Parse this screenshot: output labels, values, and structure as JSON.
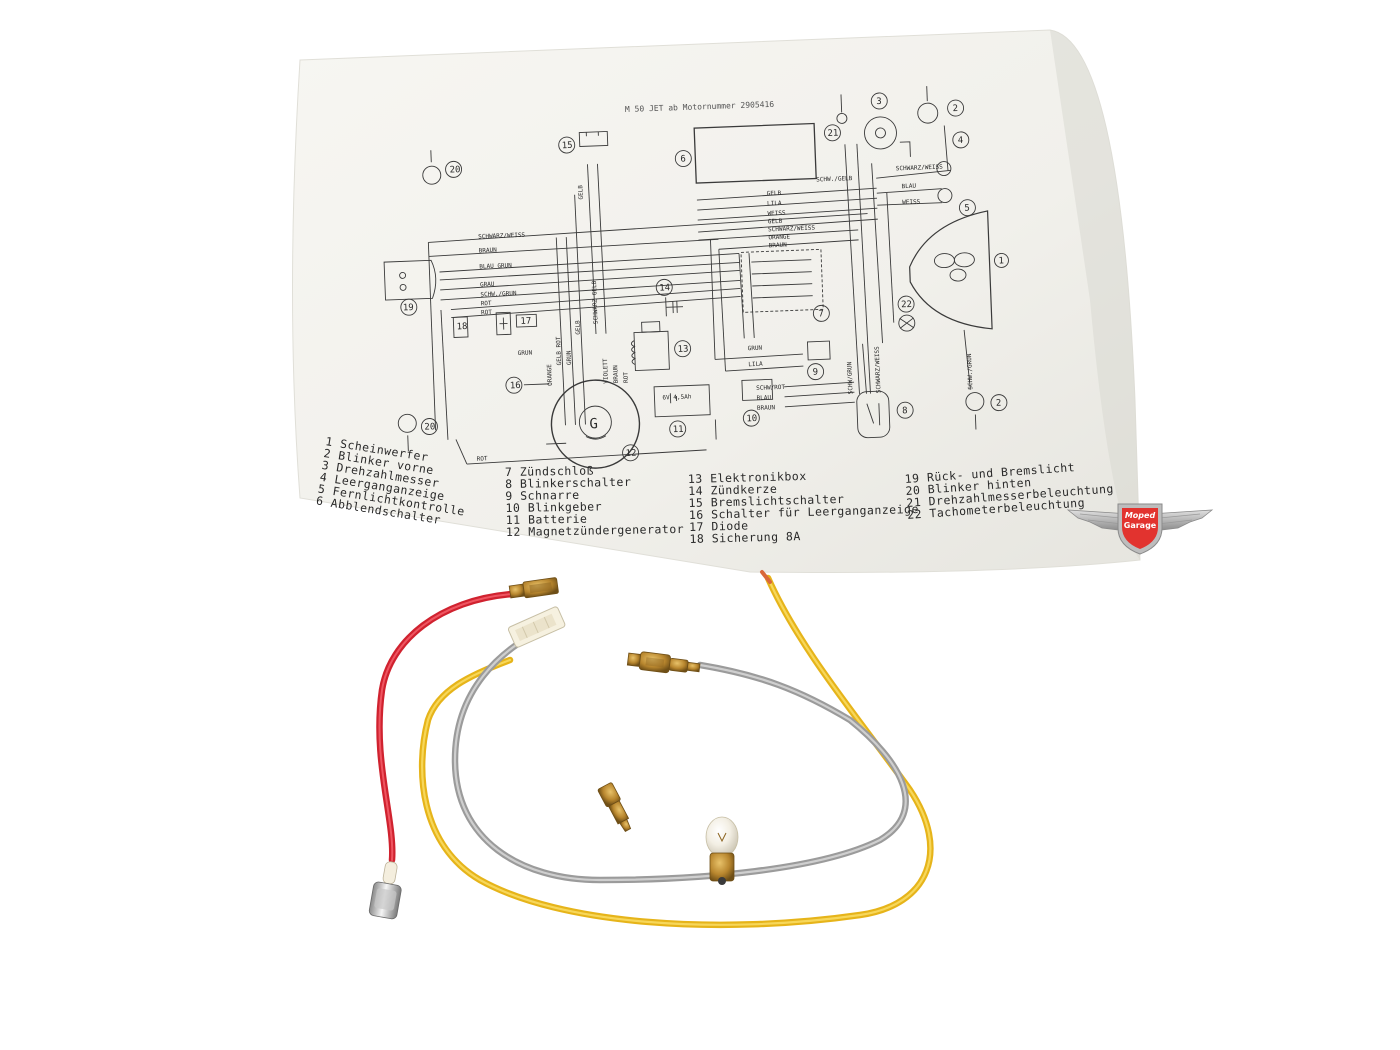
{
  "diagram": {
    "title": "M 50 JET ab Motornummer 2905416",
    "wire_labels": {
      "schwarz_weiss_top": "SCHWARZ/WEISS",
      "braun_top": "BRAUN",
      "blau_gruen": "BLAU GRUN",
      "grau": "GRAU",
      "schw_grun": "SCHW./GRUN",
      "rot_a": "ROT",
      "rot_b": "ROT",
      "gruen_left": "GRUN",
      "gruen_mid": "GRUN",
      "lila_mid": "LILA",
      "gelb_r": "GELB",
      "lila_r": "LILA",
      "weiss_r": "WEISS",
      "gelb_r2": "GELB",
      "schwarz_weiss_r": "SCHWARZ/WEISS",
      "orange_r": "ORANGE",
      "braun_r": "BRAUN",
      "schw_gelb": "SCHW./GELB",
      "schwarz_weiss_far": "SCHWARZ/WEISS",
      "blau_far": "BLAU",
      "weiss_far": "WEISS",
      "gelb_vert": "GELB",
      "orange_vert": "ORANGE",
      "gelb_rot": "GELB ROT",
      "gelb_vert2": "GELB",
      "gruen_vert": "GRUN",
      "schwarz_gelb_vert": "SCHWARZ GELB",
      "violett": "VIOLETT",
      "braun_vert": "BRAUN",
      "rot_vert": "ROT",
      "schw_rot": "SCHW/ROT",
      "blau_low": "BLAU",
      "braun_low": "BRAUN",
      "schw_grun_vert": "SCHW/GRUN",
      "schwarz_weiss_vert": "SCHWARZ/WEISS",
      "schw_grun_vert2": "SCHW./GRUN",
      "rot_bottom": "ROT",
      "bat_label": "6V   4,5Ah",
      "gen_label": "G"
    },
    "component_numbers": [
      "20",
      "19",
      "18",
      "17",
      "16",
      "20",
      "15",
      "14",
      "13",
      "12",
      "11",
      "10",
      "9",
      "8",
      "7",
      "6",
      "22",
      "21",
      "3",
      "2",
      "4",
      "5",
      "1",
      "2"
    ],
    "legend_col1": [
      "1  Scheinwerfer",
      "2  Blinker vorne",
      "3  Drehzahlmesser",
      "4  Leerganganzeige",
      "5  Fernlichtkontrolle",
      "6  Abblendschalter"
    ],
    "legend_col2": [
      "7  Zündschloß",
      "8  Blinkerschalter",
      "9  Schnarre",
      "10  Blinkgeber",
      "11  Batterie",
      "12  Magnetzündergenerator"
    ],
    "legend_col3": [
      "13  Elektronikbox",
      "14  Zündkerze",
      "15  Bremslichtschalter",
      "16  Schalter für Leerganganzeige",
      "17  Diode",
      "18  Sicherung 8A"
    ],
    "legend_col4": [
      "19  Rück- und Bremslicht",
      "20  Blinker hinten",
      "21  Drehzahlmesserbeleuchtung",
      "22  Tachometerbeleuchtung"
    ]
  },
  "logo": {
    "line1": "Moped",
    "line2": "Garage"
  },
  "colors": {
    "paper": "#f4f3ee",
    "ink": "#3a3a3a",
    "wire_red": "#d8283a",
    "wire_yellow": "#f2c320",
    "wire_grey": "#a9a9a9",
    "brass": "#b8862e",
    "logo_red": "#e2332f",
    "logo_silver": "#bdbdbd"
  }
}
